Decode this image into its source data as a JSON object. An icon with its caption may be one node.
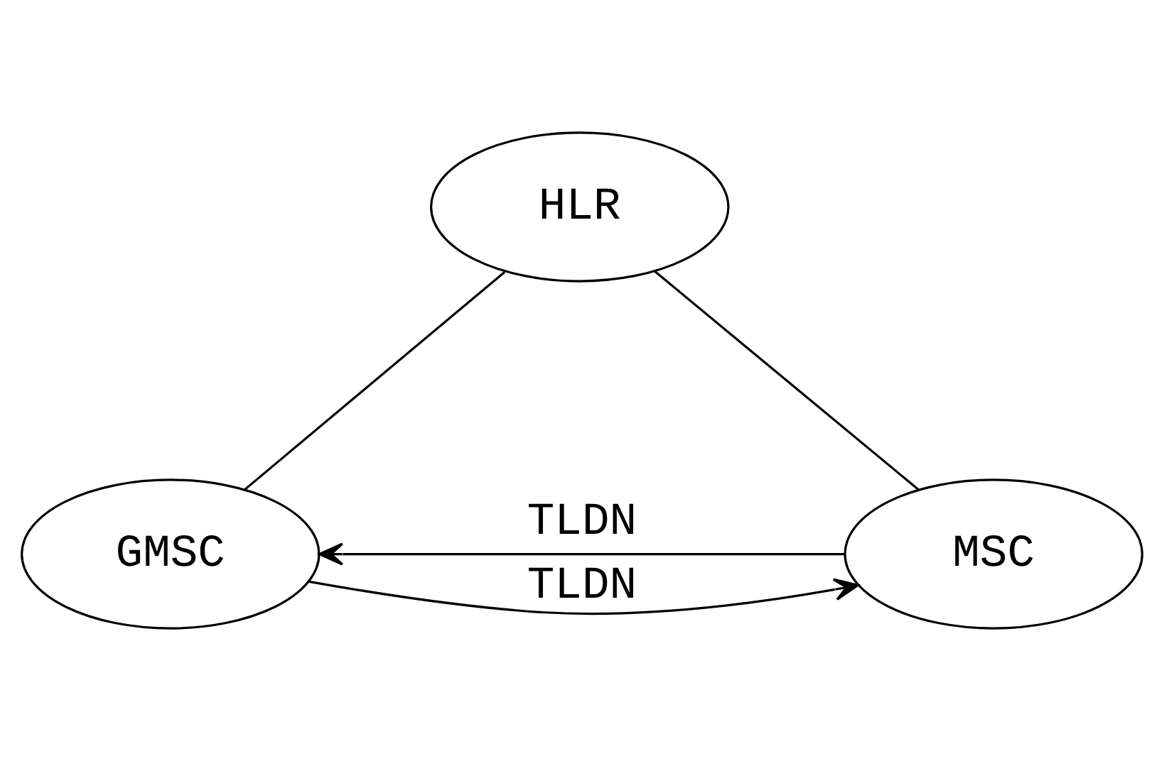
{
  "diagram": {
    "nodes": [
      {
        "text": [
          "HLR"
        ]
      },
      {
        "text": [
          "GMSC"
        ]
      },
      {
        "text": [
          "MSC"
        ]
      }
    ],
    "edges": [
      {
        "from": 0,
        "to": 1,
        "arrow": "none"
      },
      {
        "from": 0,
        "to": 2,
        "arrow": "none"
      },
      {
        "from": 2,
        "to": 1,
        "arrow": "to",
        "label": "TLDN"
      },
      {
        "from": 1,
        "to": 2,
        "arrow": "to",
        "label": "TLDN"
      }
    ]
  }
}
